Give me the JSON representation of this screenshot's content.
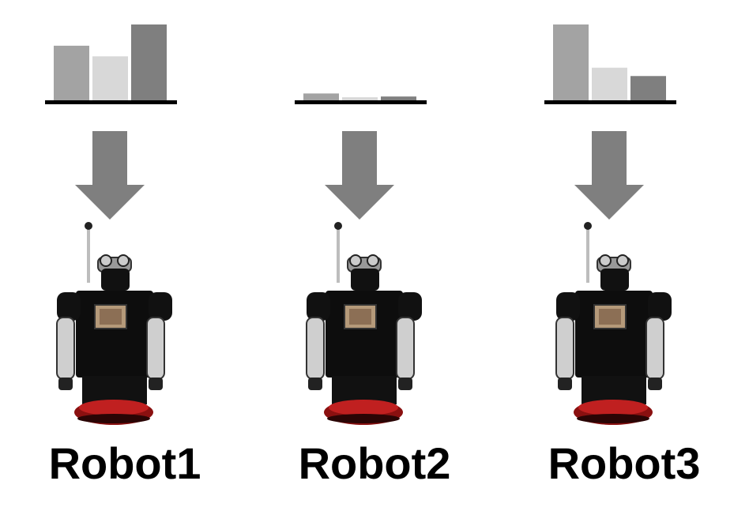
{
  "robots": [
    {
      "label": "Robot1",
      "bars": [
        0.72,
        0.58,
        1.0
      ]
    },
    {
      "label": "Robot2",
      "bars": [
        0.09,
        0.04,
        0.05
      ]
    },
    {
      "label": "Robot3",
      "bars": [
        1.0,
        0.43,
        0.32
      ]
    }
  ],
  "colors": {
    "bar_1": "#a3a3a3",
    "bar_2": "#d8d8d8",
    "bar_3": "#7f7f7f",
    "baseline": "#000000",
    "arrow": "#7f7f7f",
    "label": "#000000"
  }
}
